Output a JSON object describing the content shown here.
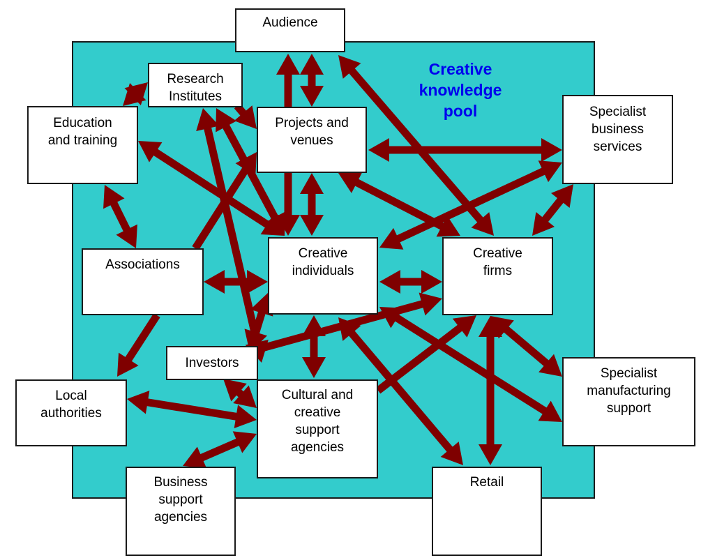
{
  "diagram": {
    "pool_label": [
      "Creative",
      "knowledge",
      "pool"
    ],
    "colors": {
      "pool": "#33CCCC",
      "arrow": "#7F0000",
      "pool_label": "#0000EE",
      "node_fill": "#FFFFFF",
      "node_border": "#1A1A1A"
    },
    "nodes": [
      {
        "id": "audience",
        "lines": [
          "Audience"
        ]
      },
      {
        "id": "research",
        "lines": [
          "Research",
          "Institutes"
        ]
      },
      {
        "id": "education",
        "lines": [
          "Education",
          "and training"
        ]
      },
      {
        "id": "projects",
        "lines": [
          "Projects and",
          "venues"
        ]
      },
      {
        "id": "specialist_business",
        "lines": [
          "Specialist",
          "business",
          "services"
        ]
      },
      {
        "id": "associations",
        "lines": [
          "Associations"
        ]
      },
      {
        "id": "individuals",
        "lines": [
          "Creative",
          "individuals"
        ]
      },
      {
        "id": "firms",
        "lines": [
          "Creative",
          "firms"
        ]
      },
      {
        "id": "investors",
        "lines": [
          "Investors"
        ]
      },
      {
        "id": "local",
        "lines": [
          "Local",
          "authorities"
        ]
      },
      {
        "id": "cultural",
        "lines": [
          "Cultural and",
          "creative",
          "support",
          "agencies"
        ]
      },
      {
        "id": "specialist_manufacturing",
        "lines": [
          "Specialist",
          "manufacturing",
          "support"
        ]
      },
      {
        "id": "business_support",
        "lines": [
          "Business",
          "support",
          "agencies"
        ]
      },
      {
        "id": "retail",
        "lines": [
          "Retail"
        ]
      }
    ],
    "edges": [
      {
        "from": "education",
        "to": "research",
        "direction": "both"
      },
      {
        "from": "projects",
        "to": "audience",
        "direction": "forward"
      },
      {
        "from": "audience",
        "to": "projects",
        "direction": "both"
      },
      {
        "from": "audience",
        "to": "firms",
        "direction": "both"
      },
      {
        "from": "projects",
        "to": "specialist_business",
        "direction": "both"
      },
      {
        "from": "projects",
        "to": "research",
        "direction": "forward"
      },
      {
        "from": "education",
        "to": "individuals",
        "direction": "both"
      },
      {
        "from": "education",
        "to": "associations",
        "direction": "both"
      },
      {
        "from": "research",
        "to": "individuals",
        "direction": "both"
      },
      {
        "from": "research",
        "to": "cultural",
        "direction": "both"
      },
      {
        "from": "associations",
        "to": "projects",
        "direction": "forward"
      },
      {
        "from": "projects",
        "to": "individuals",
        "direction": "forward"
      },
      {
        "from": "projects",
        "to": "individuals",
        "direction": "both"
      },
      {
        "from": "projects",
        "to": "firms",
        "direction": "both"
      },
      {
        "from": "specialist_business",
        "to": "individuals",
        "direction": "both"
      },
      {
        "from": "specialist_business",
        "to": "firms",
        "direction": "both"
      },
      {
        "from": "associations",
        "to": "individuals",
        "direction": "both"
      },
      {
        "from": "individuals",
        "to": "firms",
        "direction": "both"
      },
      {
        "from": "associations",
        "to": "local",
        "direction": "forward"
      },
      {
        "from": "individuals",
        "to": "cultural",
        "direction": "both"
      },
      {
        "from": "individuals",
        "to": "investors",
        "direction": "both"
      },
      {
        "from": "investors",
        "to": "firms",
        "direction": "forward"
      },
      {
        "from": "individuals",
        "to": "specialist_manufacturing",
        "direction": "both"
      },
      {
        "from": "individuals",
        "to": "retail",
        "direction": "both"
      },
      {
        "from": "cultural",
        "to": "firms",
        "direction": "forward"
      },
      {
        "from": "firms",
        "to": "retail",
        "direction": "both"
      },
      {
        "from": "firms",
        "to": "specialist_manufacturing",
        "direction": "both"
      },
      {
        "from": "local",
        "to": "cultural",
        "direction": "both"
      },
      {
        "from": "investors",
        "to": "cultural",
        "direction": "both"
      },
      {
        "from": "business_support",
        "to": "cultural",
        "direction": "both"
      }
    ]
  }
}
